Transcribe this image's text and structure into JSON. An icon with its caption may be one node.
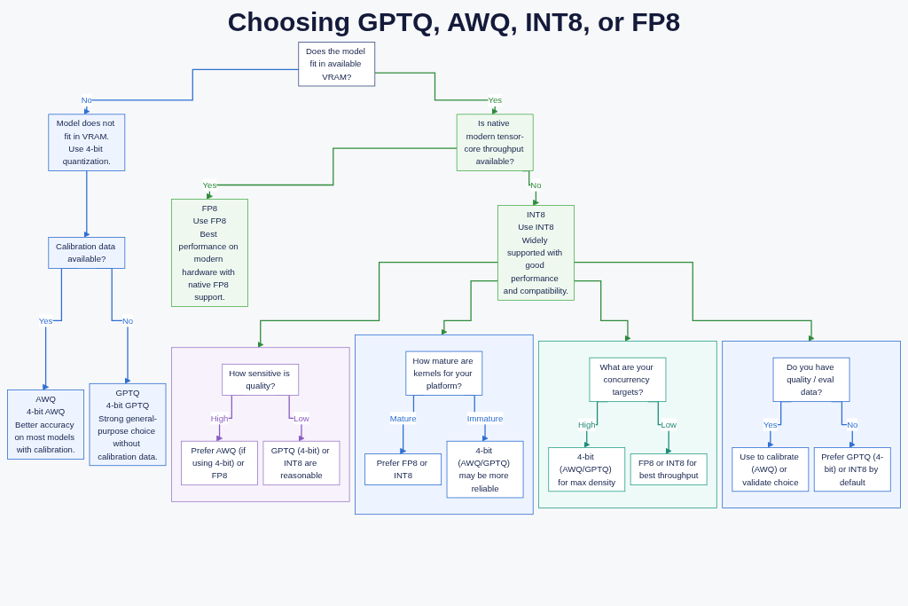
{
  "diagram": {
    "title": "Choosing GPTQ, AWQ, INT8, or FP8",
    "nodes": [
      {
        "text": [
          "Does the model fit in available VRAM?"
        ]
      },
      {
        "text": [
          "Model does not fit in VRAM.",
          "Use 4-bit quantization."
        ]
      },
      {
        "text": [
          "Calibration data available?"
        ]
      },
      {
        "text": [
          "AWQ",
          "4-bit AWQ",
          "Better accuracy on most models with calibration."
        ]
      },
      {
        "text": [
          "GPTQ",
          "4-bit GPTQ",
          "Strong general-purpose choice without calibration data."
        ]
      },
      {
        "text": [
          "Is native modern tensor-core throughput available?"
        ]
      },
      {
        "text": [
          "FP8",
          "Use FP8",
          "Best performance on modern hardware with native FP8 support."
        ]
      },
      {
        "text": [
          "INT8",
          "Use INT8",
          "Widely supported with good performance and compatibility."
        ]
      },
      {
        "text": [],
        "shape": "box"
      },
      {
        "text": [
          "How sensitive is quality?"
        ],
        "in": 8
      },
      {
        "text": [
          "Prefer AWQ (if using 4-bit) or FP8"
        ],
        "in": 8
      },
      {
        "text": [
          "GPTQ (4-bit) or INT8 are reasonable"
        ],
        "in": 8
      },
      {
        "text": [],
        "shape": "box"
      },
      {
        "text": [
          "How mature are kernels for your platform?"
        ],
        "in": 12
      },
      {
        "text": [
          "Prefer FP8 or INT8"
        ],
        "in": 12
      },
      {
        "text": [
          "4-bit (AWQ/GPTQ) may be more reliable"
        ],
        "in": 12
      },
      {
        "text": [],
        "shape": "box"
      },
      {
        "text": [
          "What are your concurrency targets?"
        ],
        "in": 16
      },
      {
        "text": [
          "4-bit (AWQ/GPTQ) for max density"
        ],
        "in": 16
      },
      {
        "text": [
          "FP8 or INT8 for best throughput"
        ],
        "in": 16
      },
      {
        "text": [],
        "shape": "box"
      },
      {
        "text": [
          "Do you have quality / eval data?"
        ],
        "in": 20
      },
      {
        "text": [
          "Use to calibrate (AWQ) or validate choice"
        ],
        "in": 20
      },
      {
        "text": [
          "Prefer GPTQ (4-bit) or INT8 by default"
        ],
        "in": 20
      }
    ],
    "edges": [
      {
        "from": 0,
        "to": 1,
        "arrow": "to",
        "label": "No"
      },
      {
        "from": 0,
        "to": 5,
        "arrow": "to",
        "label": "Yes",
        "color": "#2e8b3a"
      },
      {
        "from": 1,
        "to": 2,
        "arrow": "to"
      },
      {
        "from": 2,
        "to": 3,
        "arrow": "to",
        "label": "Yes"
      },
      {
        "from": 2,
        "to": 4,
        "arrow": "to",
        "label": "No"
      },
      {
        "from": 5,
        "to": 6,
        "arrow": "to",
        "label": "Yes",
        "color": "#2e8b3a"
      },
      {
        "from": 5,
        "to": 7,
        "arrow": "to",
        "label": "No",
        "color": "#2e8b3a"
      },
      {
        "from": 7,
        "to": 8,
        "arrow": "to",
        "color": "#2e8b3a"
      },
      {
        "from": 7,
        "to": 12,
        "arrow": "to",
        "color": "#2e8b3a"
      },
      {
        "from": 7,
        "to": 16,
        "arrow": "to",
        "color": "#2e8b3a"
      },
      {
        "from": 7,
        "to": 20,
        "arrow": "to",
        "color": "#2e8b3a"
      },
      {
        "from": 9,
        "to": 10,
        "arrow": "to",
        "label": "High",
        "color": "#8a5cc2"
      },
      {
        "from": 9,
        "to": 11,
        "arrow": "to",
        "label": "Low",
        "color": "#8a5cc2"
      },
      {
        "from": 13,
        "to": 14,
        "arrow": "to",
        "label": "Mature"
      },
      {
        "from": 13,
        "to": 15,
        "arrow": "to",
        "label": "Immature"
      },
      {
        "from": 17,
        "to": 18,
        "arrow": "to",
        "label": "High",
        "color": "#1f8a78"
      },
      {
        "from": 17,
        "to": 19,
        "arrow": "to",
        "label": "Low",
        "color": "#1f8a78"
      },
      {
        "from": 21,
        "to": 22,
        "arrow": "to",
        "label": "Yes"
      },
      {
        "from": 21,
        "to": 23,
        "arrow": "to",
        "label": "No"
      }
    ]
  }
}
